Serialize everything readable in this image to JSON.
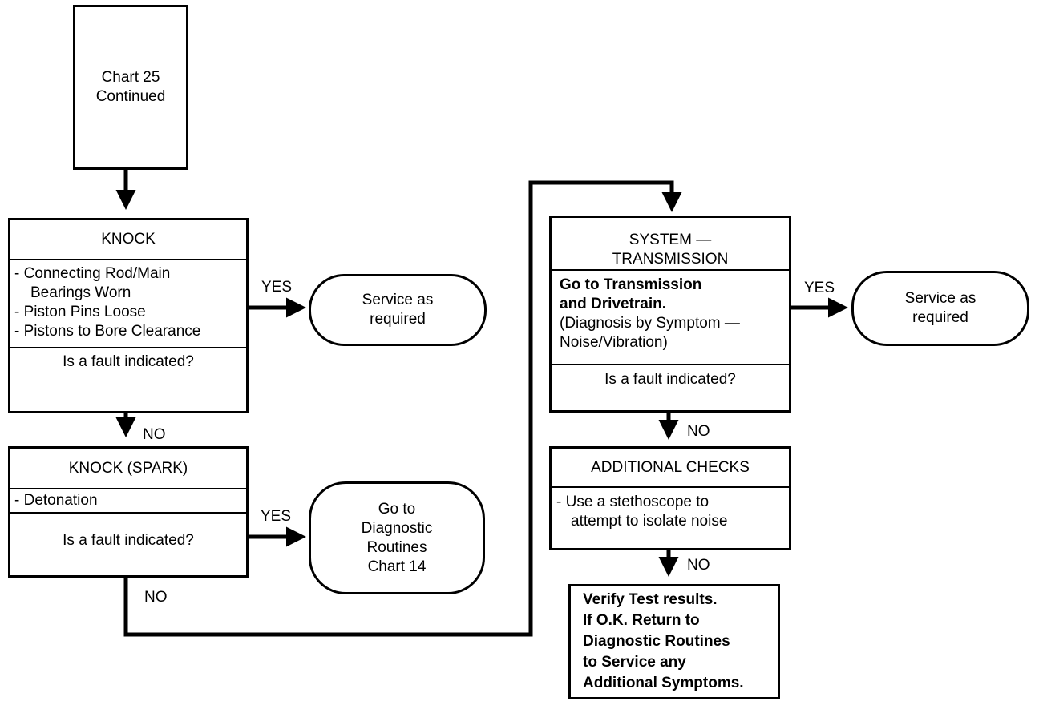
{
  "start": {
    "line1": "Chart 25",
    "line2": "Continued"
  },
  "knock": {
    "title": "KNOCK",
    "items": [
      "- Connecting Rod/Main",
      "Bearings Worn",
      "- Piston Pins Loose",
      "- Pistons to Bore Clearance"
    ],
    "question": "Is a fault indicated?"
  },
  "knock_spark": {
    "title": "KNOCK (SPARK)",
    "item": "- Detonation",
    "question": "Is a fault indicated?"
  },
  "service1": {
    "line1": "Service as",
    "line2": "required"
  },
  "goto14": {
    "lines": [
      "Go to",
      "Diagnostic",
      "Routines",
      "Chart 14"
    ]
  },
  "system": {
    "title1": "SYSTEM —",
    "title2": "TRANSMISSION",
    "bold1": "Go to Transmission",
    "bold2": "and Drivetrain.",
    "note1": "(Diagnosis by Symptom —",
    "note2": "Noise/Vibration)",
    "question": "Is a fault indicated?"
  },
  "service2": {
    "line1": "Service as",
    "line2": "required"
  },
  "additional": {
    "title": "ADDITIONAL CHECKS",
    "item1": "- Use a stethoscope to",
    "item2": "attempt to isolate noise"
  },
  "verify": {
    "lines": [
      "Verify Test results.",
      "If O.K. Return to",
      "Diagnostic Routines",
      "to Service any",
      "Additional Symptoms."
    ]
  },
  "labels": {
    "yes": "YES",
    "no": "NO"
  }
}
